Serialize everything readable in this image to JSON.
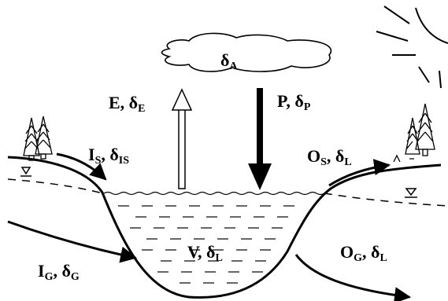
{
  "labels": {
    "delta_a": {
      "main": "δ",
      "sub": "A"
    },
    "evap": {
      "main": "E, δ",
      "sub": "E"
    },
    "precip": {
      "main": "P, δ",
      "sub": "P"
    },
    "surf_in": {
      "main1": "I",
      "sub1": "S",
      "main2": ", δ",
      "sub2": "IS"
    },
    "surf_out": {
      "main1": "O",
      "sub1": "S",
      "main2": ", δ",
      "sub2": "L"
    },
    "lake": {
      "main1": "V, δ",
      "sub1": "L"
    },
    "gw_in": {
      "main1": "I",
      "sub1": "G",
      "main2": ", δ",
      "sub2": "G"
    },
    "gw_out": {
      "main1": "O",
      "sub1": "G",
      "main2": ", δ",
      "sub2": "L"
    }
  },
  "colors": {
    "ink": "#000000",
    "background": "#ffffff"
  },
  "icons": [
    "cloud-icon",
    "sun-icon",
    "tree-icon",
    "water-table-icon",
    "arrow-icon"
  ]
}
